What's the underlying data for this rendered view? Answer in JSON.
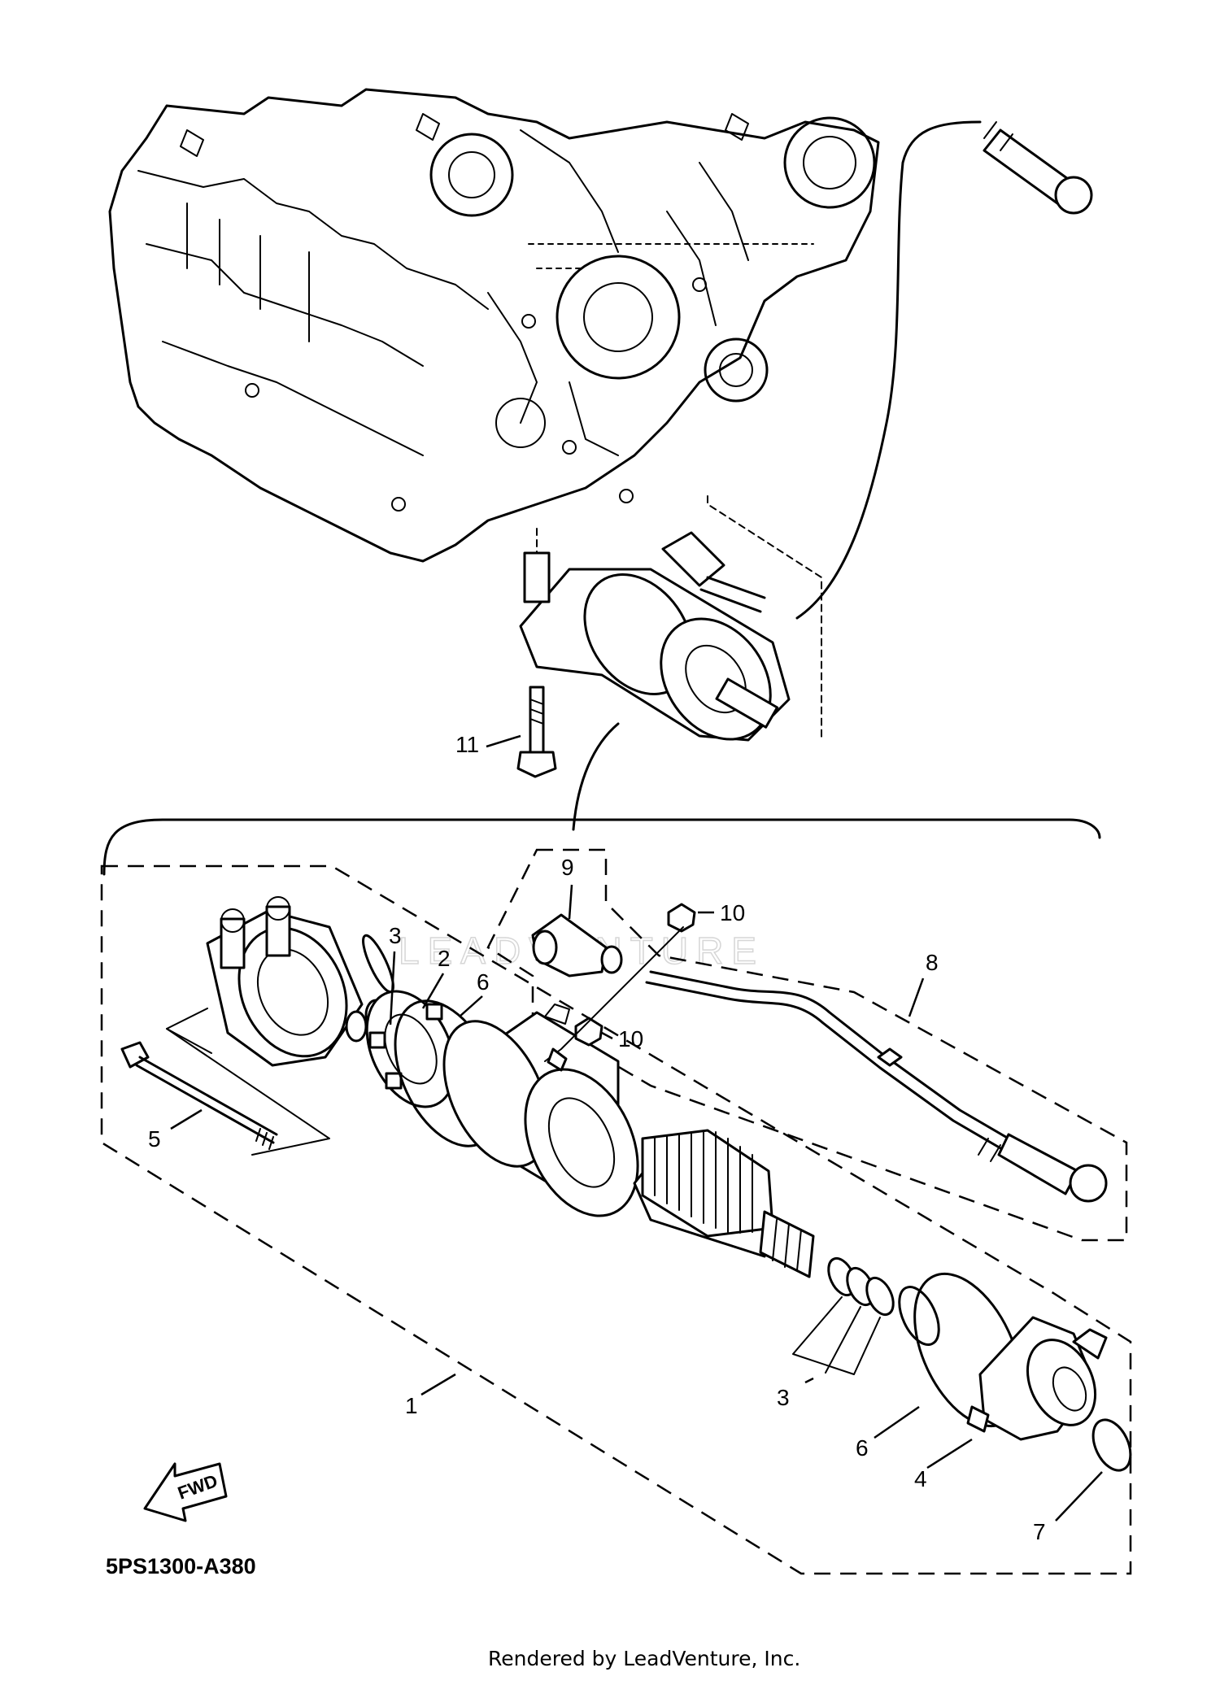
{
  "diagram": {
    "callouts": {
      "c1": "1",
      "c2": "2",
      "c3a": "3",
      "c3b": "3",
      "c4": "4",
      "c5": "5",
      "c6a": "6",
      "c6b": "6",
      "c7": "7",
      "c8": "8",
      "c9": "9",
      "c10a": "10",
      "c10b": "10",
      "c11": "11"
    },
    "direction_badge": "FWD",
    "diagram_code": "5PS1300-A380",
    "watermark": "LEADVENTURE"
  },
  "footer": {
    "rendered_by": "Rendered by LeadVenture, Inc."
  }
}
